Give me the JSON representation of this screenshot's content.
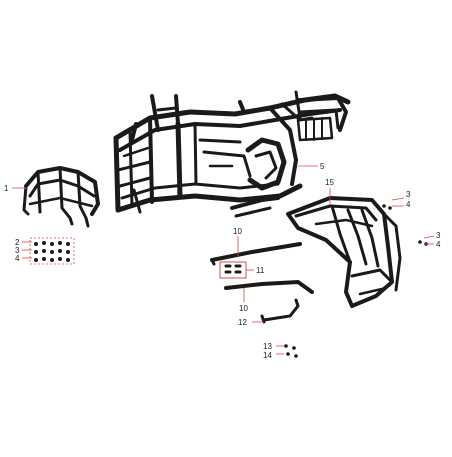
{
  "colors": {
    "frame": "#1a1a1a",
    "callout_line": "#d84a4a",
    "label": "#222222",
    "background": "#ffffff"
  },
  "callouts": {
    "c1": "1",
    "c2": "2",
    "c3a": "3",
    "c4a": "4",
    "c5": "5",
    "c15": "15",
    "c3b": "3",
    "c4b": "4",
    "c3c": "3",
    "c4c": "4",
    "c10a": "10",
    "c11": "11",
    "c10b": "10",
    "c12": "12",
    "c13": "13",
    "c14": "14"
  },
  "parts": [
    "front-bumper",
    "main-frame",
    "rear-rack",
    "side-bar-upper",
    "side-bar-lower",
    "mount-bracket",
    "fastener-set-left",
    "fastener-set-right",
    "fastener-set-center",
    "fastener-set-bottom"
  ]
}
